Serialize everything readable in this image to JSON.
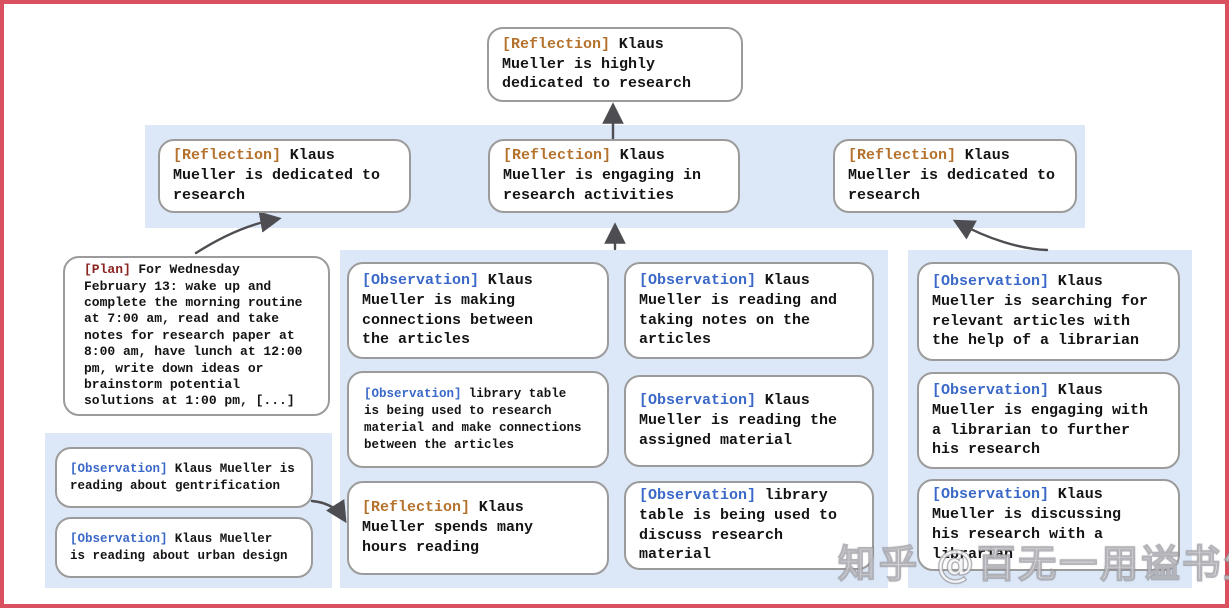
{
  "colors": {
    "frame": "#d9505e",
    "band": "#dce8f7",
    "box_border": "#9b9b9b",
    "reflection_label": "#b5722d",
    "observation_label": "#3a68c8",
    "plan_label": "#8b2521",
    "arrow": "#4d4d52"
  },
  "nodes": {
    "root": {
      "label": "[Reflection]",
      "text": "Klaus\nMueller is highly\ndedicated to research"
    },
    "r1": {
      "label": "[Reflection]",
      "text": "Klaus\nMueller is dedicated to\nresearch"
    },
    "r2": {
      "label": "[Reflection]",
      "text": "Klaus\nMueller is engaging in\nresearch activities"
    },
    "r3": {
      "label": "[Reflection]",
      "text": "Klaus\nMueller is dedicated to\nresearch"
    },
    "plan": {
      "label": "[Plan]",
      "text": "For Wednesday\nFebruary 13: wake up and\ncomplete the morning routine\nat 7:00 am, read and take\nnotes for research paper at\n8:00 am, have lunch at 12:00\npm, write down ideas or\nbrainstorm potential\nsolutions at 1:00 pm, [...]"
    },
    "l1": {
      "label": "[Observation]",
      "text": "Klaus Mueller is\nreading about gentrification"
    },
    "l2": {
      "label": "[Observation]",
      "text": "Klaus Mueller\nis reading about urban design"
    },
    "a1": {
      "label": "[Observation]",
      "text": "Klaus\nMueller is making\nconnections between\nthe articles"
    },
    "a2": {
      "label": "[Observation]",
      "text": "library table\nis being used to research\nmaterial and make connections\nbetween the articles"
    },
    "a3": {
      "label": "[Reflection]",
      "text": "Klaus\nMueller spends many\nhours reading"
    },
    "b1": {
      "label": "[Observation]",
      "text": "Klaus\nMueller is reading and\ntaking notes on the\narticles"
    },
    "b2": {
      "label": "[Observation]",
      "text": "Klaus\nMueller is reading the\nassigned material"
    },
    "b3": {
      "label": "[Observation]",
      "text": "library\ntable is being used to\ndiscuss research material"
    },
    "c1": {
      "label": "[Observation]",
      "text": "Klaus\nMueller is searching for\nrelevant articles with\nthe help of a librarian"
    },
    "c2": {
      "label": "[Observation]",
      "text": "Klaus\nMueller is engaging with\na librarian to further\nhis research"
    },
    "c3": {
      "label": "[Observation]",
      "text": "Klaus\nMueller is discussing\nhis research with a\nlibrarian"
    }
  },
  "watermark": {
    "text": "知乎 @百无一用谥书生"
  }
}
